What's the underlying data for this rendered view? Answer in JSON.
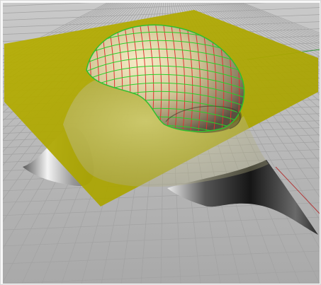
{
  "viewport": {
    "projection": "perspective",
    "background_color": "#b4b4b4",
    "grid_color": "#a2a2a2",
    "grid_axis_x_color": "#b23b3b",
    "grid_axis_y_color": "#3a9a3a"
  },
  "scene": {
    "plane_color": "#b9b300",
    "surface_shade_dark": "#1e1e1e",
    "surface_shade_light": "#f2f2f2",
    "isocurve_u_color": "#e03232",
    "isocurve_v_color": "#28d028",
    "objects": [
      "cutting-plane",
      "blended-surface",
      "dome-surface"
    ]
  }
}
